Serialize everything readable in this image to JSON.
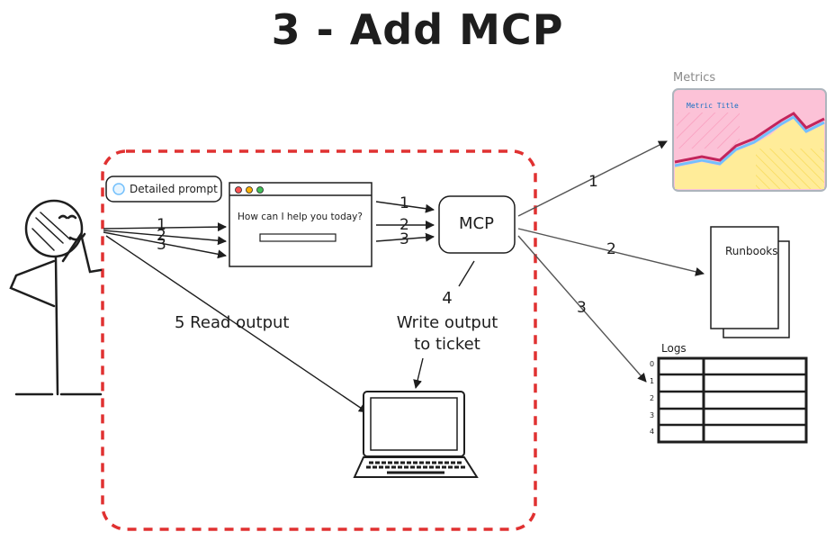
{
  "title": "3 - Add MCP",
  "prompt_bubble": {
    "label": "Detailed prompt"
  },
  "chat_window": {
    "prompt_text": "How can I help you today?"
  },
  "mcp": {
    "label": "MCP"
  },
  "user_to_chat_arrows": [
    "1",
    "2",
    "3"
  ],
  "chat_to_mcp_arrows": [
    "1",
    "2",
    "3"
  ],
  "read_output": {
    "label": "5 Read output"
  },
  "write_output": {
    "number": "4",
    "line1": "Write output",
    "line2": "to ticket"
  },
  "mcp_to_sources": [
    "1",
    "2",
    "3"
  ],
  "metrics": {
    "label": "Metrics",
    "chart_title": "Metric Title"
  },
  "runbooks": {
    "label": "Runbooks"
  },
  "logs": {
    "label": "Logs",
    "row_numbers": [
      "0",
      "1",
      "2",
      "3",
      "4"
    ]
  },
  "colors": {
    "boundary": "#e03131",
    "ink": "#1e1e1e",
    "metric_bg": "#fcc2d7",
    "metric_fill": "#ffec99",
    "metric_line": "#c2255c",
    "metric_line2": "#74c0fc"
  }
}
